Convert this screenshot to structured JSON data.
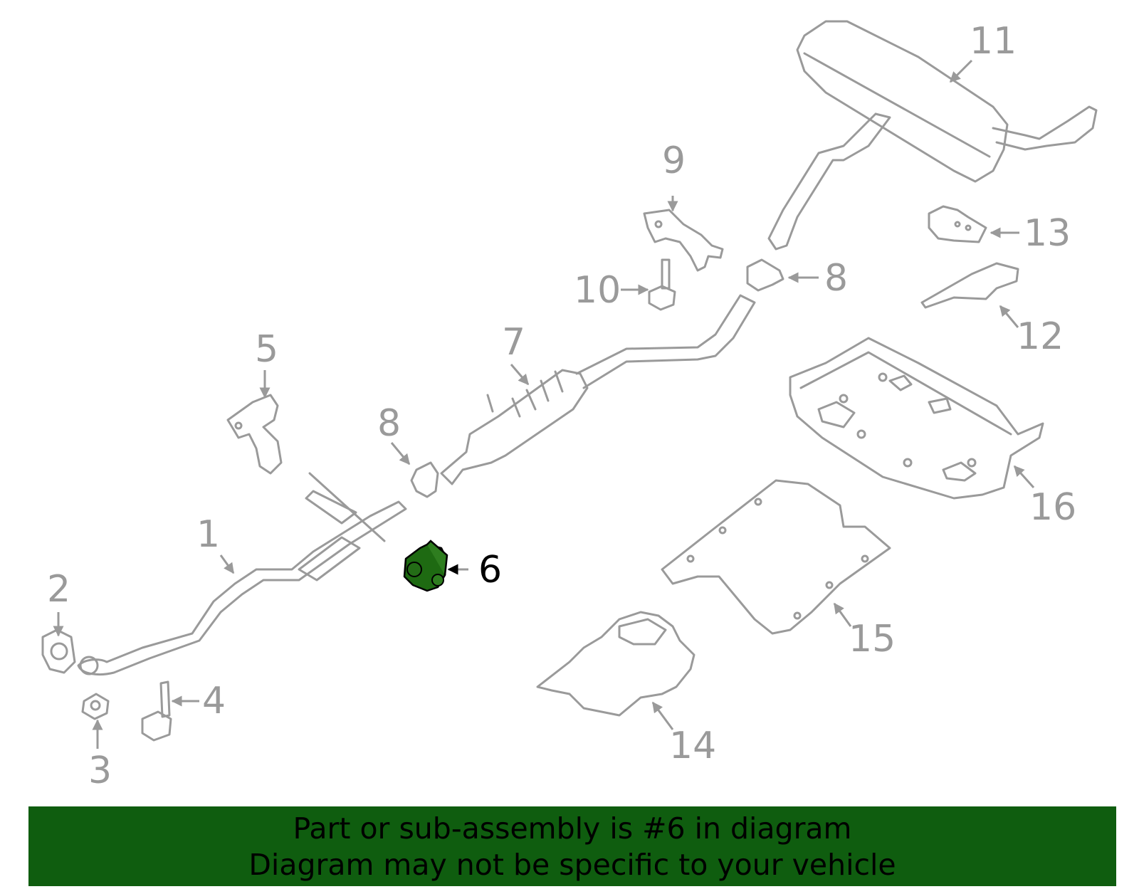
{
  "callouts": [
    {
      "id": "1",
      "label": "1"
    },
    {
      "id": "2",
      "label": "2"
    },
    {
      "id": "3",
      "label": "3"
    },
    {
      "id": "4",
      "label": "4"
    },
    {
      "id": "5",
      "label": "5"
    },
    {
      "id": "6",
      "label": "6",
      "highlighted": true
    },
    {
      "id": "7",
      "label": "7"
    },
    {
      "id": "8a",
      "label": "8"
    },
    {
      "id": "8b",
      "label": "8"
    },
    {
      "id": "9",
      "label": "9"
    },
    {
      "id": "10",
      "label": "10"
    },
    {
      "id": "11",
      "label": "11"
    },
    {
      "id": "12",
      "label": "12"
    },
    {
      "id": "13",
      "label": "13"
    },
    {
      "id": "14",
      "label": "14"
    },
    {
      "id": "15",
      "label": "15"
    },
    {
      "id": "16",
      "label": "16"
    }
  ],
  "banner": {
    "line1": "Part or sub-assembly is #6 in diagram",
    "line2": "Diagram may not be specific to your vehicle"
  },
  "colors": {
    "line_art": "#9a9a9a",
    "highlight_part": "#1e6a12",
    "banner_bg": "#0f5d0f",
    "banner_text": "#000000"
  }
}
